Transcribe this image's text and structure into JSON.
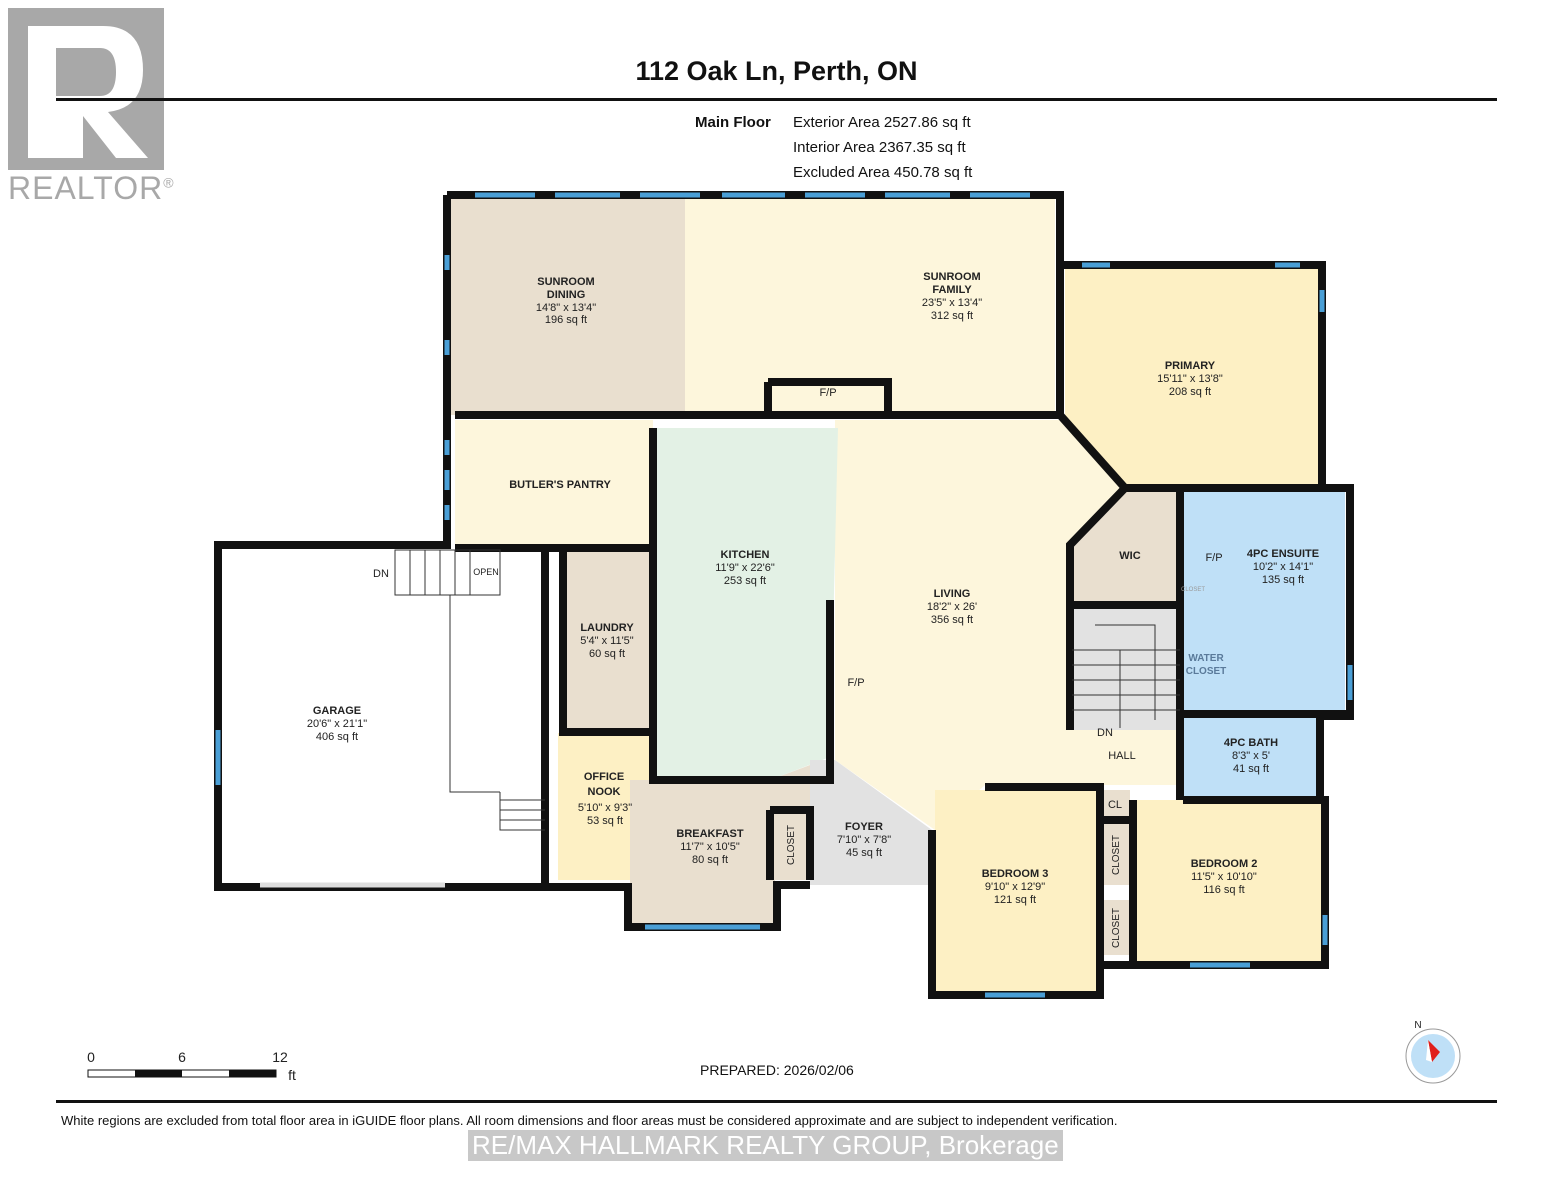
{
  "header": {
    "title": "112 Oak Ln, Perth, ON",
    "floor_label": "Main Floor",
    "exterior_area": "Exterior Area 2527.86 sq ft",
    "interior_area": "Interior Area 2367.35 sq ft",
    "excluded_area": "Excluded Area 450.78 sq ft"
  },
  "logo": {
    "text": "REALTOR",
    "mark": "®"
  },
  "rooms": {
    "sunroom_dining": {
      "name1": "SUNROOM",
      "name2": "DINING",
      "dims": "14'8\" x 13'4\"",
      "area": "196 sq ft"
    },
    "sunroom_family": {
      "name1": "SUNROOM",
      "name2": "FAMILY",
      "dims": "23'5\" x 13'4\"",
      "area": "312 sq ft"
    },
    "primary": {
      "name": "PRIMARY",
      "dims": "15'11\" x 13'8\"",
      "area": "208 sq ft"
    },
    "butlers_pantry": {
      "name": "BUTLER'S PANTRY"
    },
    "kitchen": {
      "name": "KITCHEN",
      "dims": "11'9\" x 22'6\"",
      "area": "253 sq ft"
    },
    "living": {
      "name": "LIVING",
      "dims": "18'2\" x 26'",
      "area": "356 sq ft"
    },
    "wic": {
      "name": "WIC"
    },
    "ensuite": {
      "name": "4PC ENSUITE",
      "dims": "10'2\" x 14'1\"",
      "area": "135 sq ft"
    },
    "water_closet": {
      "name1": "WATER",
      "name2": "CLOSET"
    },
    "bath": {
      "name": "4PC BATH",
      "dims": "8'3\" x 5'",
      "area": "41 sq ft"
    },
    "hall": {
      "name": "HALL"
    },
    "garage": {
      "name": "GARAGE",
      "dims": "20'6\" x 21'1\"",
      "area": "406 sq ft"
    },
    "laundry": {
      "name": "LAUNDRY",
      "dims": "5'4\" x 11'5\"",
      "area": "60 sq ft"
    },
    "office_nook": {
      "name1": "OFFICE",
      "name2": "NOOK",
      "dims": "5'10\" x 9'3\"",
      "area": "53 sq ft"
    },
    "breakfast": {
      "name": "BREAKFAST",
      "dims": "11'7\" x 10'5\"",
      "area": "80 sq ft"
    },
    "foyer": {
      "name": "FOYER",
      "dims": "7'10\" x 7'8\"",
      "area": "45 sq ft"
    },
    "bedroom3": {
      "name": "BEDROOM 3",
      "dims": "9'10\" x 12'9\"",
      "area": "121 sq ft"
    },
    "bedroom2": {
      "name": "BEDROOM 2",
      "dims": "11'5\" x 10'10\"",
      "area": "116 sq ft"
    }
  },
  "labels": {
    "fp": "F/P",
    "dn": "DN",
    "open": "OPEN",
    "closet": "CLOSET",
    "cl": "CL",
    "small_closet": "CLOSET"
  },
  "scale": {
    "ticks": [
      "0",
      "6",
      "12"
    ],
    "unit": "ft"
  },
  "compass": {
    "label": "N"
  },
  "footer": {
    "prepared": "PREPARED: 2026/02/06",
    "disclaimer": "White regions are excluded from total floor area in iGUIDE floor plans. All room dimensions and floor areas must be considered approximate and are subject to independent verification.",
    "brokerage": "RE/MAX HALLMARK REALTY GROUP, Brokerage"
  },
  "colors": {
    "wall": "#111111",
    "window": "#4a9fd6",
    "tan": "#e9dfcf",
    "cream": "#fdf6dc",
    "yellow": "#fdf0c4",
    "green": "#e3f1e5",
    "blue": "#bfe0f7",
    "gray": "#e2e2e2"
  }
}
